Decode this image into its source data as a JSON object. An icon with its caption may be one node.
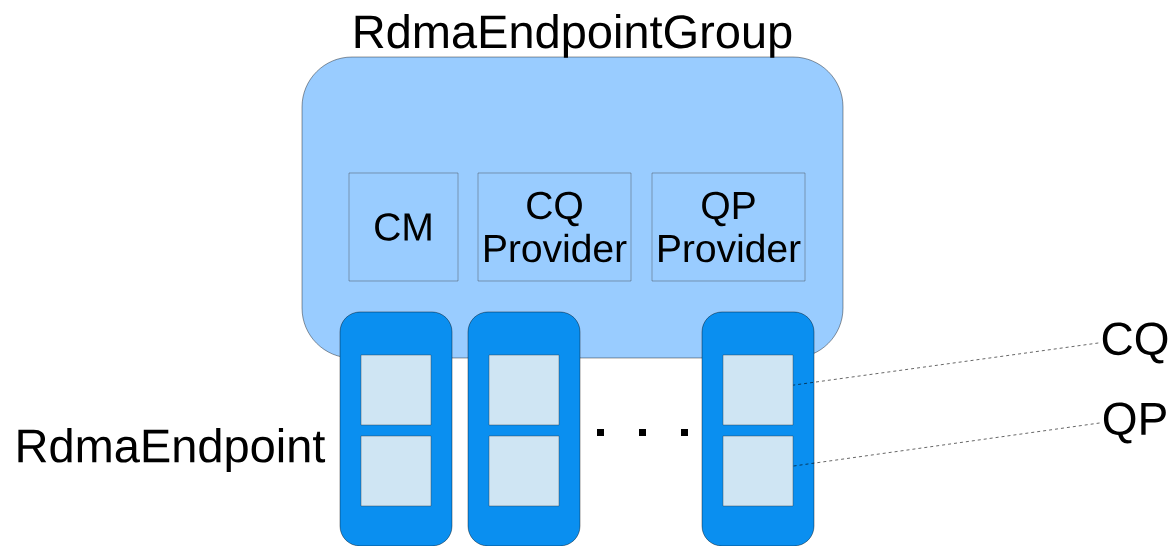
{
  "diagram": {
    "nodes": [
      {
        "text": [
          "RdmaEndpointGroup"
        ]
      },
      {
        "text": [
          "CM"
        ],
        "in": 0
      },
      {
        "text": [
          "CQ Provider"
        ],
        "in": 0
      },
      {
        "text": [
          "QP Provider"
        ],
        "in": 0
      },
      {
        "text": [],
        "shape": "box"
      },
      {
        "text": [],
        "shape": "box",
        "in": 4
      },
      {
        "text": [],
        "shape": "box",
        "in": 4
      },
      {
        "text": [],
        "shape": "box"
      },
      {
        "text": [],
        "shape": "box",
        "in": 7
      },
      {
        "text": [],
        "shape": "box",
        "in": 7
      },
      {
        "text": [],
        "shape": "box"
      },
      {
        "text": [],
        "shape": "box",
        "in": 10
      },
      {
        "text": [],
        "shape": "box",
        "in": 10
      },
      {
        "text": [
          "CQ"
        ]
      },
      {
        "text": [
          "QP"
        ]
      }
    ],
    "edges": [
      {
        "from": 13,
        "to": 11,
        "arrow": "none",
        "style": "dashed"
      },
      {
        "from": 14,
        "to": 12,
        "arrow": "none",
        "style": "dashed"
      }
    ],
    "labels": [
      "RdmaEndpoint"
    ]
  }
}
